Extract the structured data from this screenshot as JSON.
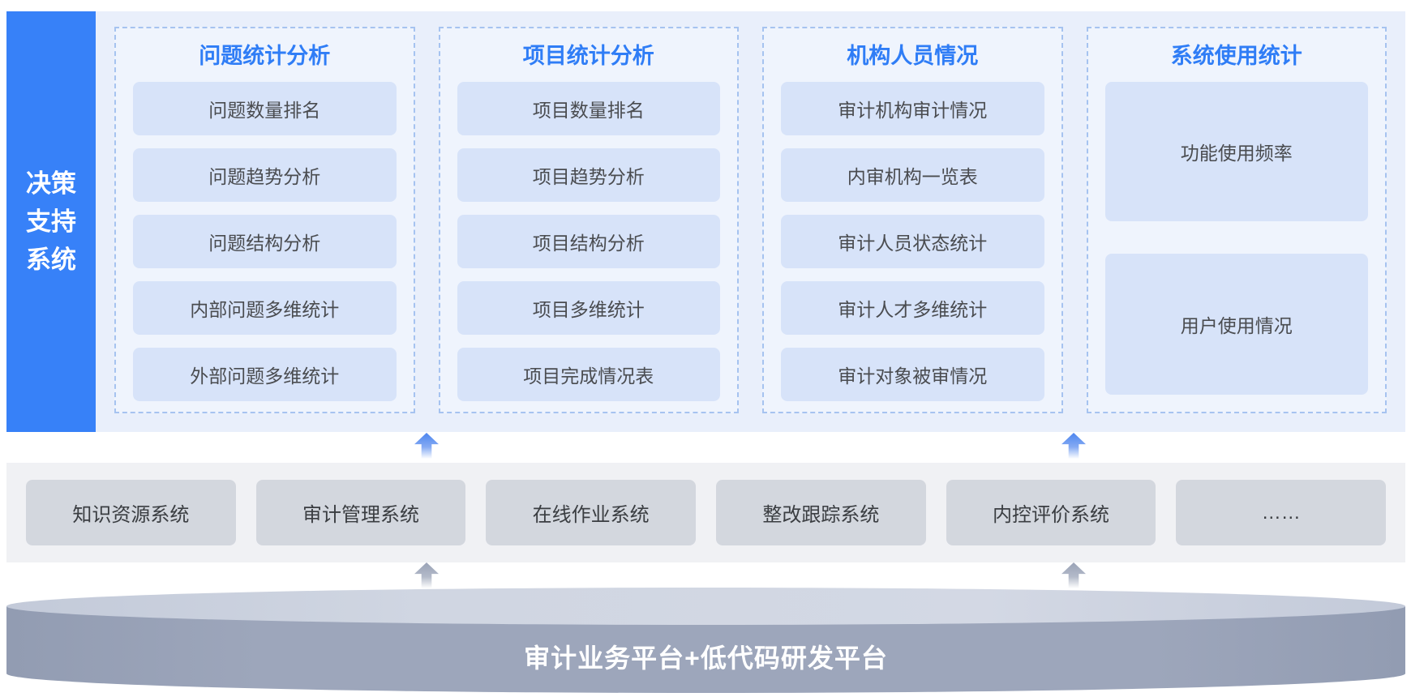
{
  "sidebar": {
    "lines": [
      "决策",
      "支持",
      "系统"
    ]
  },
  "columns": [
    {
      "title": "问题统计分析",
      "items": [
        "问题数量排名",
        "问题趋势分析",
        "问题结构分析",
        "内部问题多维统计",
        "外部问题多维统计"
      ]
    },
    {
      "title": "项目统计分析",
      "items": [
        "项目数量排名",
        "项目趋势分析",
        "项目结构分析",
        "项目多维统计",
        "项目完成情况表"
      ]
    },
    {
      "title": "机构人员情况",
      "items": [
        "审计机构审计情况",
        "内审机构一览表",
        "审计人员状态统计",
        "审计人才多维统计",
        "审计对象被审情况"
      ]
    },
    {
      "title": "系统使用统计",
      "items": [
        "功能使用频率",
        "用户使用情况"
      ]
    }
  ],
  "middle_row": {
    "systems": [
      "知识资源系统",
      "审计管理系统",
      "在线作业系统",
      "整改跟踪系统",
      "内控评价系统",
      "……"
    ]
  },
  "platform": {
    "label": "审计业务平台+低代码研发平台"
  },
  "colors": {
    "sidebar_blue": "#3781f8",
    "panel_bg": "#e9effb",
    "column_bg": "#eff4fd",
    "dashed_border": "#a6c3f0",
    "title_blue": "#2f7df6",
    "module_box_bg": "#d7e3f9",
    "system_box_bg": "#d3d7de",
    "cylinder_top": "#ccd3e0",
    "cylinder_body": "#9aa3b8"
  }
}
